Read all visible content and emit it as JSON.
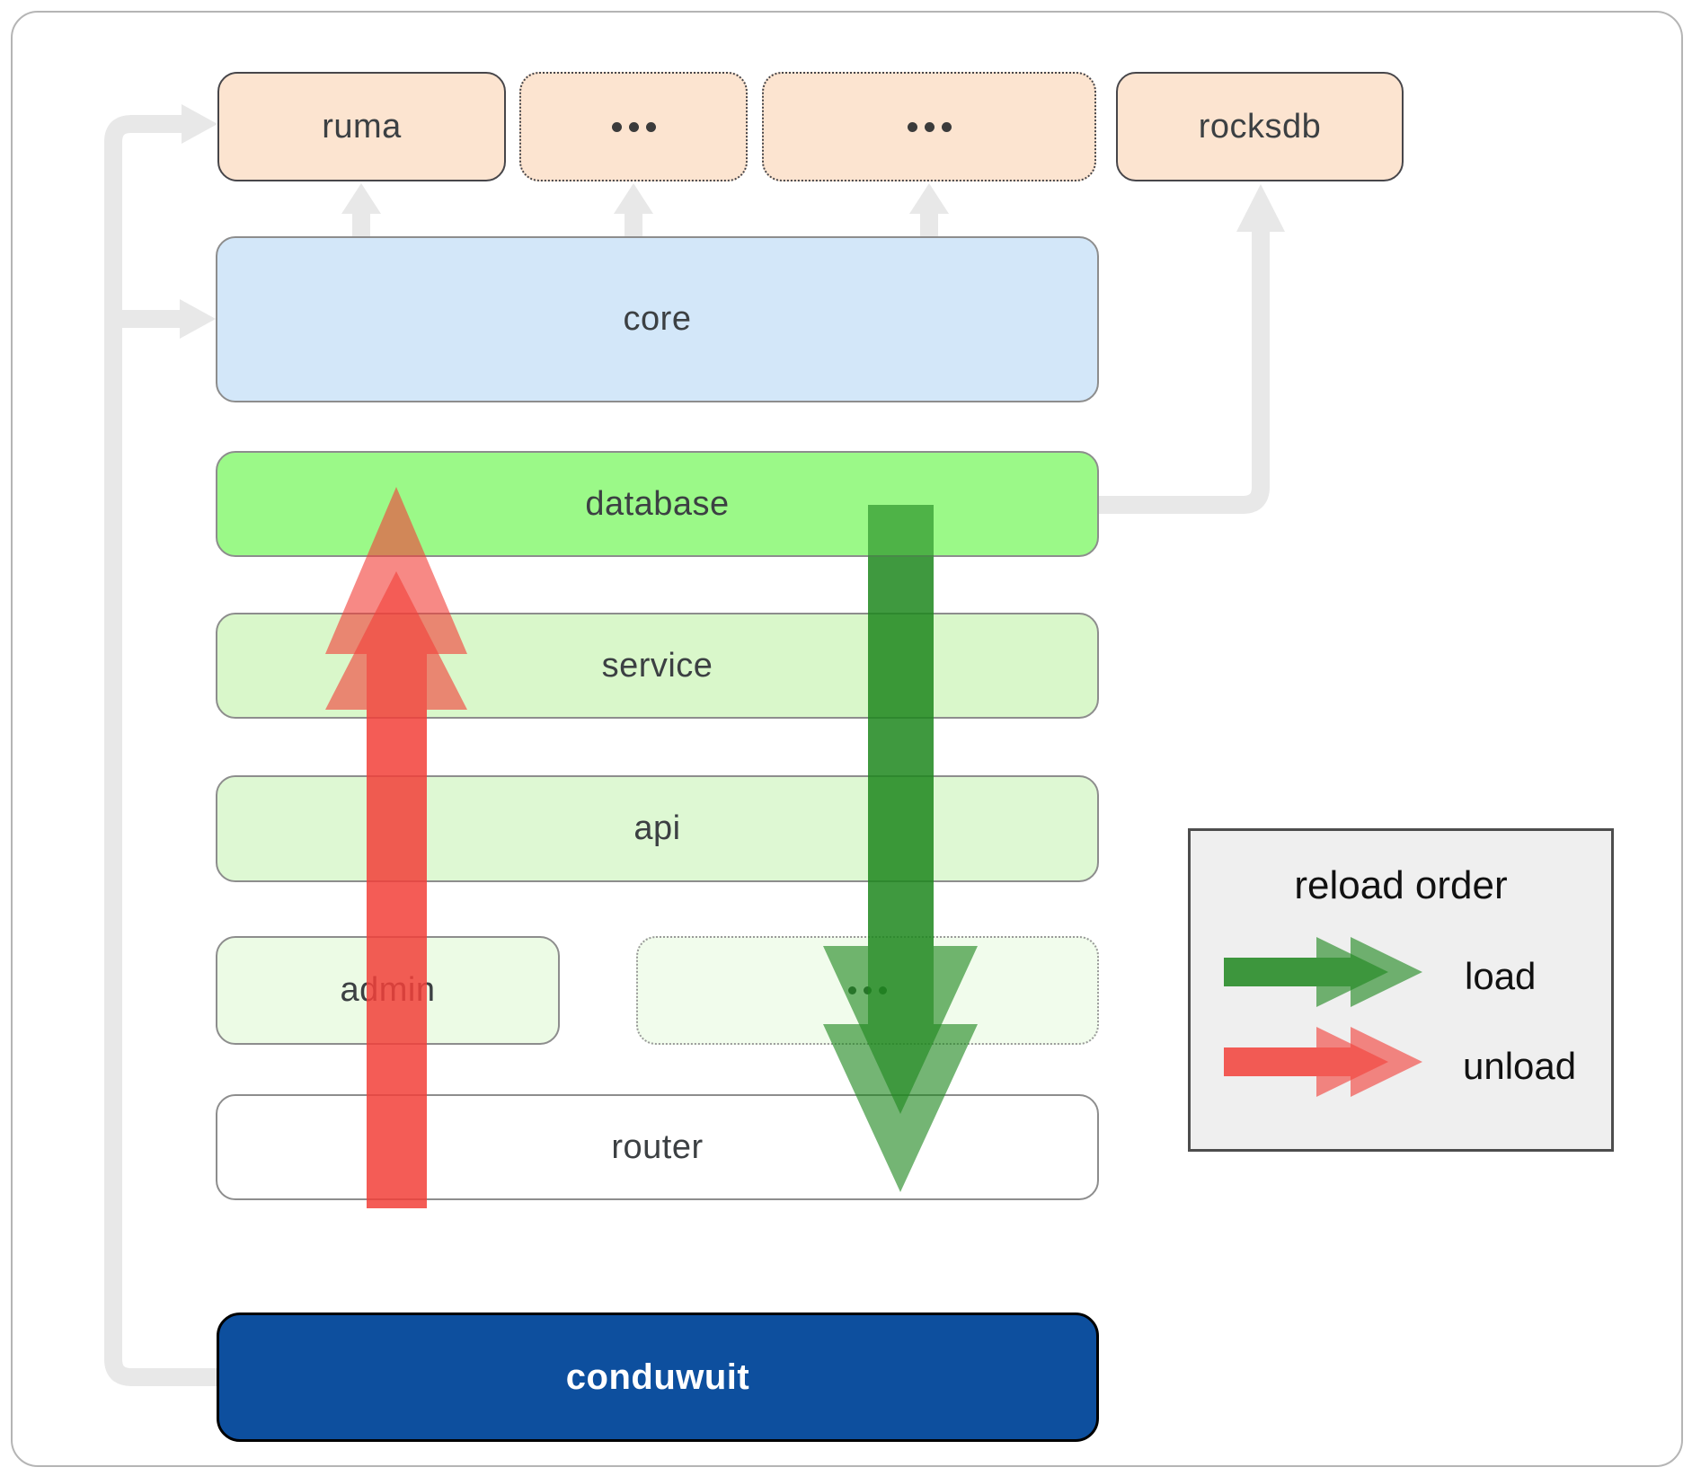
{
  "diagram": {
    "boxes": {
      "ruma": {
        "label": "ruma"
      },
      "ellipsis1": {
        "label": "..."
      },
      "ellipsis2": {
        "label": "..."
      },
      "rocksdb": {
        "label": "rocksdb"
      },
      "core": {
        "label": "core"
      },
      "database": {
        "label": "database"
      },
      "service": {
        "label": "service"
      },
      "api": {
        "label": "api"
      },
      "admin": {
        "label": "admin"
      },
      "ellipsis3": {
        "label": "..."
      },
      "router": {
        "label": "router"
      },
      "conduwuit": {
        "label": "conduwuit"
      }
    },
    "legend": {
      "title": "reload order",
      "items": [
        {
          "label": "load"
        },
        {
          "label": "unload"
        }
      ]
    },
    "colors": {
      "load_green": "#1e871e",
      "unload_red": "#f2403a",
      "connector_gray": "#e8e8e8",
      "peach": "#fce4d0",
      "core_blue": "#d3e7f9",
      "db_green": "#9bf988",
      "conduwuit_blue": "#0d4f9e"
    }
  }
}
